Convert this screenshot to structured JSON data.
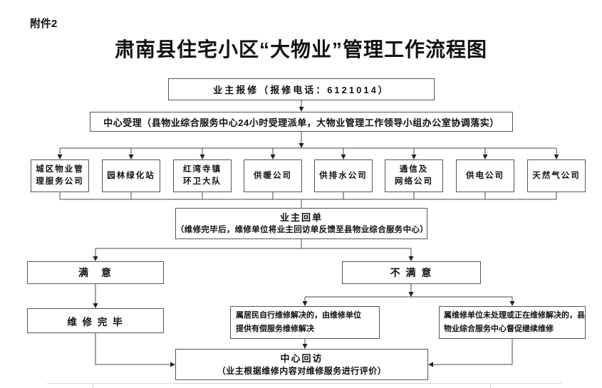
{
  "page": {
    "attachment": "附件2",
    "title": "肃南县住宅小区“大物业”管理工作流程图"
  },
  "nodes": {
    "report": "业主报修（报修电话：6121014）",
    "accept": "中心受理（县物业综合服务中心24小时受理派单，大物业管理工作领导小组办公室协调落实）",
    "companies": [
      {
        "label": "城区物业管\n理服务公司"
      },
      {
        "label": "园林绿化站"
      },
      {
        "label": "红湾寺镇\n环卫大队"
      },
      {
        "label": "供暖公司"
      },
      {
        "label": "供排水公司"
      },
      {
        "label": "通信及\n网络公司"
      },
      {
        "label": "供电公司"
      },
      {
        "label": "天然气公司"
      }
    ],
    "receipt": {
      "title": "业主回单",
      "subtitle": "（维修完毕后，维修单位将业主回访单反馈至县物业综合服务中心）"
    },
    "satisfied": "满　意",
    "unsatisfied": "不 满 意",
    "repair_done": "维 修 完 毕",
    "paid_repair": "属居民自行维修解决的，由维修单位\n提供有偿服务维修解决",
    "urge_repair": "属维修单位未处理或正在维修解决的，县\n物业综合服务中心督促继续维修",
    "followup": {
      "title": "中心回访",
      "subtitle": "（业主根据维修内容对维修服务进行评价）"
    }
  },
  "colors": {
    "line": "#4a4a4a",
    "arrow": "#222222",
    "border": "#555555",
    "text": "#111111",
    "background": "#ffffff"
  }
}
